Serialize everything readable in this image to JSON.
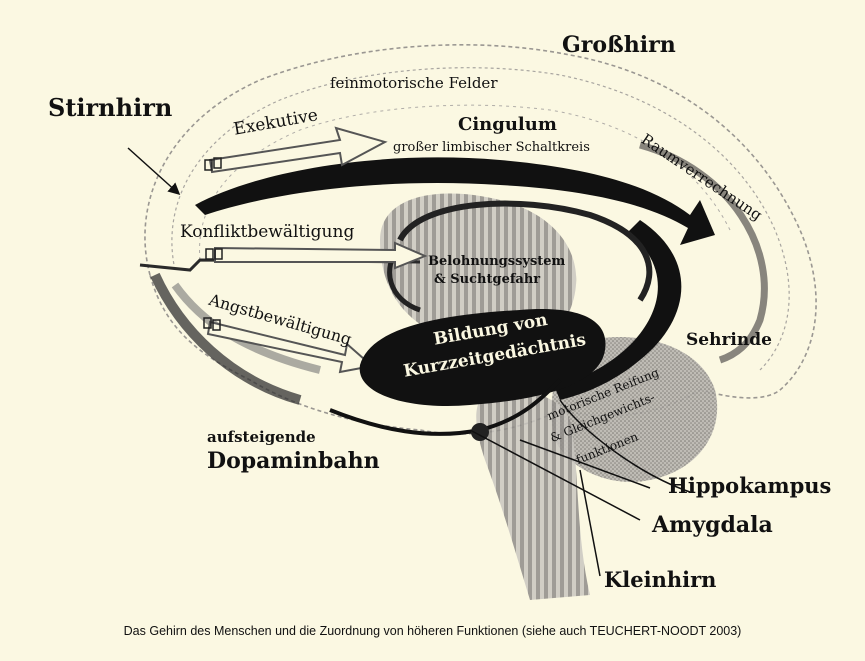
{
  "labels": {
    "grosshirn": "Großhirn",
    "feinmotorische": "feinmotorische Felder",
    "stirnhirn": "Stirnhirn",
    "exekutive": "Exekutive",
    "cingulum": "Cingulum",
    "grosser_schaltkreis": "großer limbischer Schaltkreis",
    "raumverrechnung": "Raumverrechnung",
    "konflikt": "Konfliktbewältigung",
    "belohnung_1": "Belohnungssystem",
    "belohnung_2": "& Suchtgefahr",
    "angst": "Angstbewältigung",
    "bildung_1": "Bildung von",
    "bildung_2": "Kurzzeitgedächtnis",
    "sehrinde": "Sehrinde",
    "motorische_1": "motorische Reifung",
    "motorische_2": "& Gleichgewichts-",
    "motorische_3": "funktionen",
    "aufsteigende": "aufsteigende",
    "dopaminbahn": "Dopaminbahn",
    "hippokampus": "Hippokampus",
    "amygdala": "Amygdala",
    "kleinhirn": "Kleinhirn"
  },
  "caption": "Das Gehirn des Menschen und die Zuordnung von höheren Funktionen (siehe auch TEUCHERT-NOODT 2003)"
}
